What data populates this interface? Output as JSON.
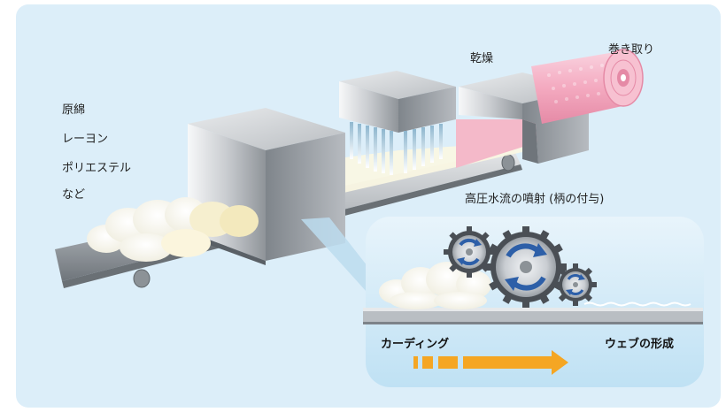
{
  "labels": {
    "raw_material": [
      "原綿",
      "レーヨン",
      "ポリエステル",
      "など"
    ],
    "drying": "乾燥",
    "winding": "巻き取り",
    "water_jet": "高圧水流の噴射 (柄の付与)",
    "carding": "カーディング",
    "web_forming": "ウェブの形成"
  },
  "colors": {
    "panel_bg": "#dceef9",
    "inset_bg": "#c8e6f6",
    "arrow": "#f5a623",
    "gear_dark": "#4a4f55",
    "gear_light": "#d9dde1",
    "gear_arrow": "#2d5fa8",
    "roll": "#f4aac0",
    "conveyor": "#9aa0a6"
  }
}
